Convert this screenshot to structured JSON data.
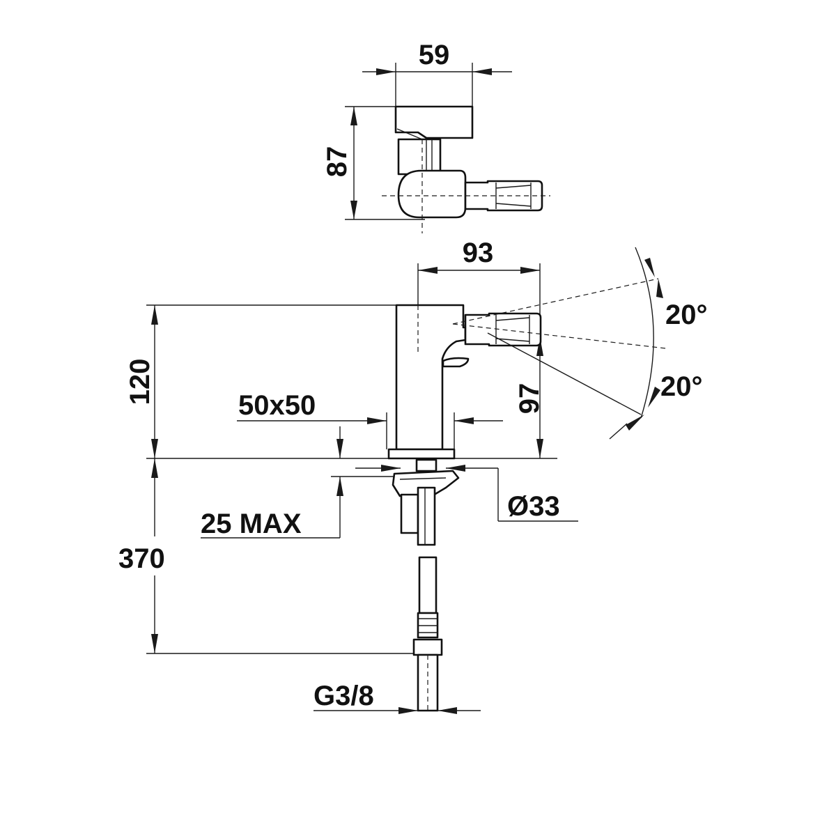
{
  "labels": {
    "top_width": "59",
    "top_height": "87",
    "side_width": "93",
    "total_height": "120",
    "spout_height": "97",
    "angle_up": "20°",
    "angle_down": "20°",
    "base_size": "50x50",
    "hole_diameter": "Ø33",
    "max_thickness": "25 MAX",
    "hose_length": "370",
    "thread": "G3/8"
  }
}
